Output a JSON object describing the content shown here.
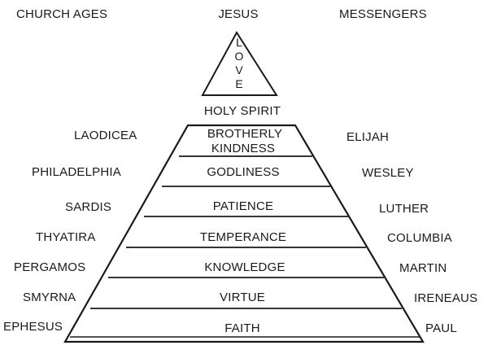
{
  "headers": {
    "left": "CHURCH  AGES",
    "center": "JESUS",
    "right": "MESSENGERS"
  },
  "apex": {
    "letters": [
      "L",
      "O",
      "V",
      "E"
    ],
    "holy_spirit": "HOLY SPIRIT"
  },
  "tiers": [
    {
      "virtue_line1": "BROTHERLY",
      "virtue_line2": "KINDNESS",
      "church_age": "LAODICEA",
      "messenger": "ELIJAH"
    },
    {
      "virtue": "GODLINESS",
      "church_age": "PHILADELPHIA",
      "messenger": "WESLEY"
    },
    {
      "virtue": "PATIENCE",
      "church_age": "SARDIS",
      "messenger": "LUTHER"
    },
    {
      "virtue": "TEMPERANCE",
      "church_age": "THYATIRA",
      "messenger": "COLUMBIA"
    },
    {
      "virtue": "KNOWLEDGE",
      "church_age": "PERGAMOS",
      "messenger": "MARTIN"
    },
    {
      "virtue": "VIRTUE",
      "church_age": "SMYRNA",
      "messenger": "IRENEAUS"
    },
    {
      "virtue": "FAITH",
      "church_age": "EPHESUS",
      "messenger": "PAUL"
    }
  ],
  "colors": {
    "line": "#1a1a1a",
    "background": "#ffffff"
  }
}
